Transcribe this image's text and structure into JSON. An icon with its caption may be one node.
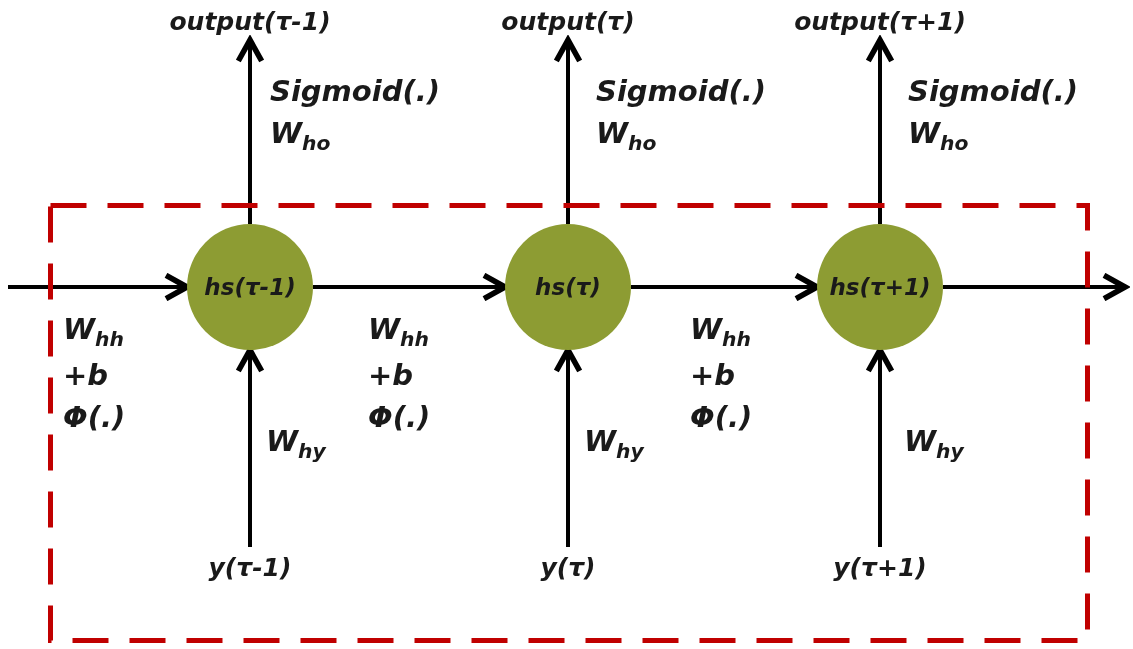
{
  "diagram": {
    "nodes": [
      {
        "text": [],
        "shape": "box"
      },
      {
        "text": [
          "hs(τ-1)"
        ],
        "in": 0
      },
      {
        "text": [
          "hs(τ)"
        ],
        "in": 0
      },
      {
        "text": [
          "hs(τ+1)"
        ],
        "in": 0
      },
      {
        "text": [
          "output(τ-1)"
        ]
      },
      {
        "text": [
          "output(τ)"
        ]
      },
      {
        "text": [
          "output(τ+1)"
        ]
      },
      {
        "text": [
          "y(τ-1)"
        ],
        "in": 0
      },
      {
        "text": [
          "y(τ)"
        ],
        "in": 0
      },
      {
        "text": [
          "y(τ+1)"
        ],
        "in": 0
      }
    ],
    "edges": [
      {
        "from": null,
        "to": 1,
        "arrow": "to",
        "label": "W$_{hh}$ +b Φ(.)"
      },
      {
        "from": 1,
        "to": 2,
        "arrow": "to",
        "label": "W$_{hh}$ +b Φ(.)"
      },
      {
        "from": 2,
        "to": 3,
        "arrow": "to",
        "label": "W$_{hh}$ +b Φ(.)"
      },
      {
        "from": 3,
        "to": null,
        "arrow": "to"
      },
      {
        "from": 1,
        "to": 4,
        "arrow": "to",
        "label": "Sigmoid(.) W$_{ho}$"
      },
      {
        "from": 2,
        "to": 5,
        "arrow": "to",
        "label": "Sigmoid(.) W$_{ho}$"
      },
      {
        "from": 3,
        "to": 6,
        "arrow": "to",
        "label": "Sigmoid(.) W$_{ho}$"
      },
      {
        "from": 7,
        "to": 1,
        "arrow": "to",
        "label": "W$_{hy}$"
      },
      {
        "from": 8,
        "to": 2,
        "arrow": "to",
        "label": "W$_{hy}$"
      },
      {
        "from": 9,
        "to": 3,
        "arrow": "to",
        "label": "W$_{hy}$"
      }
    ]
  }
}
